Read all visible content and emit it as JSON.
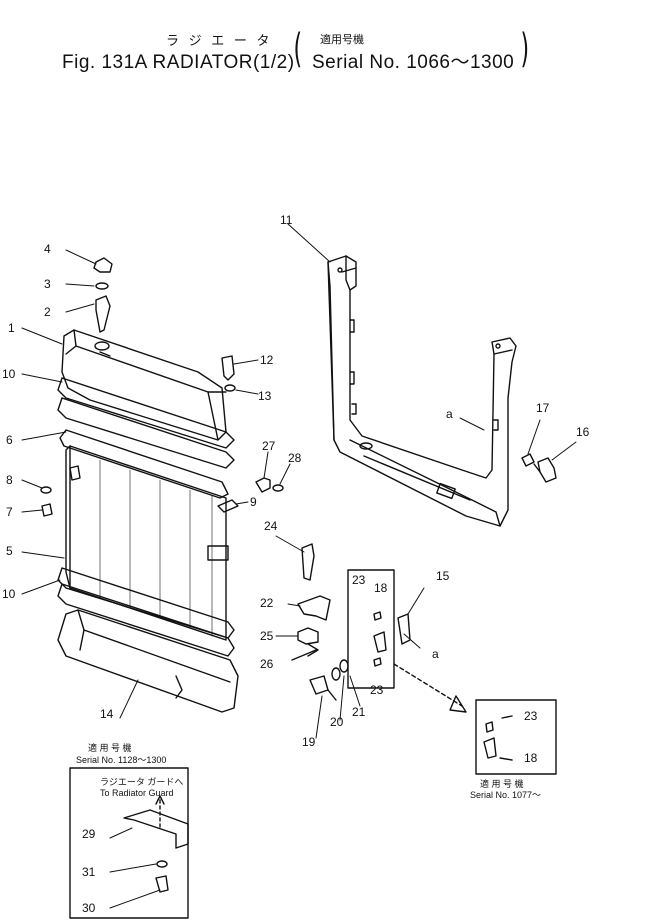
{
  "header": {
    "jp_title": "ラ ジ エ ー タ",
    "jp_serial_label": "適用号機",
    "fig_title": "Fig. 131A RADIATOR(1/2)",
    "serial": "Serial No. 1066～1300"
  },
  "parts": {
    "p1": "1",
    "p2": "2",
    "p3": "3",
    "p4": "4",
    "p5": "5",
    "p6": "6",
    "p7": "7",
    "p8": "8",
    "p9": "9",
    "p10a": "10",
    "p10b": "10",
    "p11": "11",
    "p12": "12",
    "p13": "13",
    "p14": "14",
    "p15": "15",
    "p16": "16",
    "p17": "17",
    "p18a": "18",
    "p18b": "18",
    "p19": "19",
    "p20": "20",
    "p21": "21",
    "p22": "22",
    "p23a": "23",
    "p23b": "23",
    "p23c": "23",
    "p24": "24",
    "p25": "25",
    "p26": "26",
    "p27": "27",
    "p28": "28",
    "p29": "29",
    "p30": "30",
    "p31": "31",
    "a1": "a",
    "a2": "a"
  },
  "inset_left": {
    "jp": "適 用 号 機",
    "serial": "Serial No. 1128～1300",
    "note_jp": "ラジエータ ガードへ",
    "note_en": "To Radiator Guard"
  },
  "inset_right": {
    "jp": "適 用 号 機",
    "serial": "Serial No. 1077～"
  }
}
